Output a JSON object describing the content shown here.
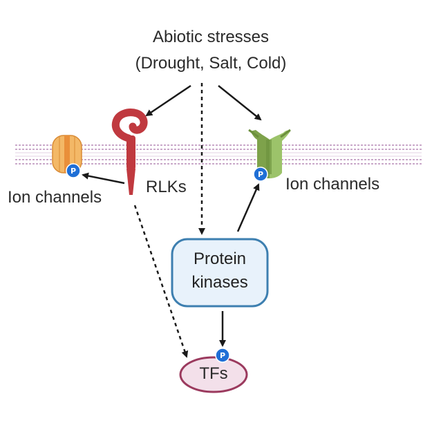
{
  "title": {
    "line1": "Abiotic stresses",
    "line2": "(Drought, Salt, Cold)"
  },
  "nodes": {
    "ion_channels_left": "Ion channels",
    "ion_channels_right": "Ion channels",
    "rlks": "RLKs",
    "protein_kinases_line1": "Protein",
    "protein_kinases_line2": "kinases",
    "tfs": "TFs"
  },
  "phospho_mark": "P",
  "colors": {
    "membrane": "#c9a8c9",
    "ion_channel_left": "#f3b867",
    "ion_channel_left_stripe": "#e98f3a",
    "rlk": "#c0393f",
    "ion_channel_right": "#8db45a",
    "protein_kinase_fill": "#e8f2fb",
    "protein_kinase_border": "#3d7fb0",
    "tfs_fill": "#f3e0ea",
    "tfs_border": "#9b3a5e",
    "phospho": "#1f6fd6",
    "arrow": "#1a1a1a"
  },
  "edges": [
    {
      "from": "abiotic_stresses",
      "to": "rlks",
      "style": "solid"
    },
    {
      "from": "abiotic_stresses",
      "to": "ion_channels_right",
      "style": "solid"
    },
    {
      "from": "abiotic_stresses",
      "to": "protein_kinases",
      "style": "dashed"
    },
    {
      "from": "rlks",
      "to": "ion_channels_left",
      "style": "solid"
    },
    {
      "from": "rlks",
      "to": "tfs",
      "style": "dashed"
    },
    {
      "from": "protein_kinases",
      "to": "ion_channels_right",
      "style": "solid"
    },
    {
      "from": "protein_kinases",
      "to": "tfs",
      "style": "solid"
    }
  ]
}
